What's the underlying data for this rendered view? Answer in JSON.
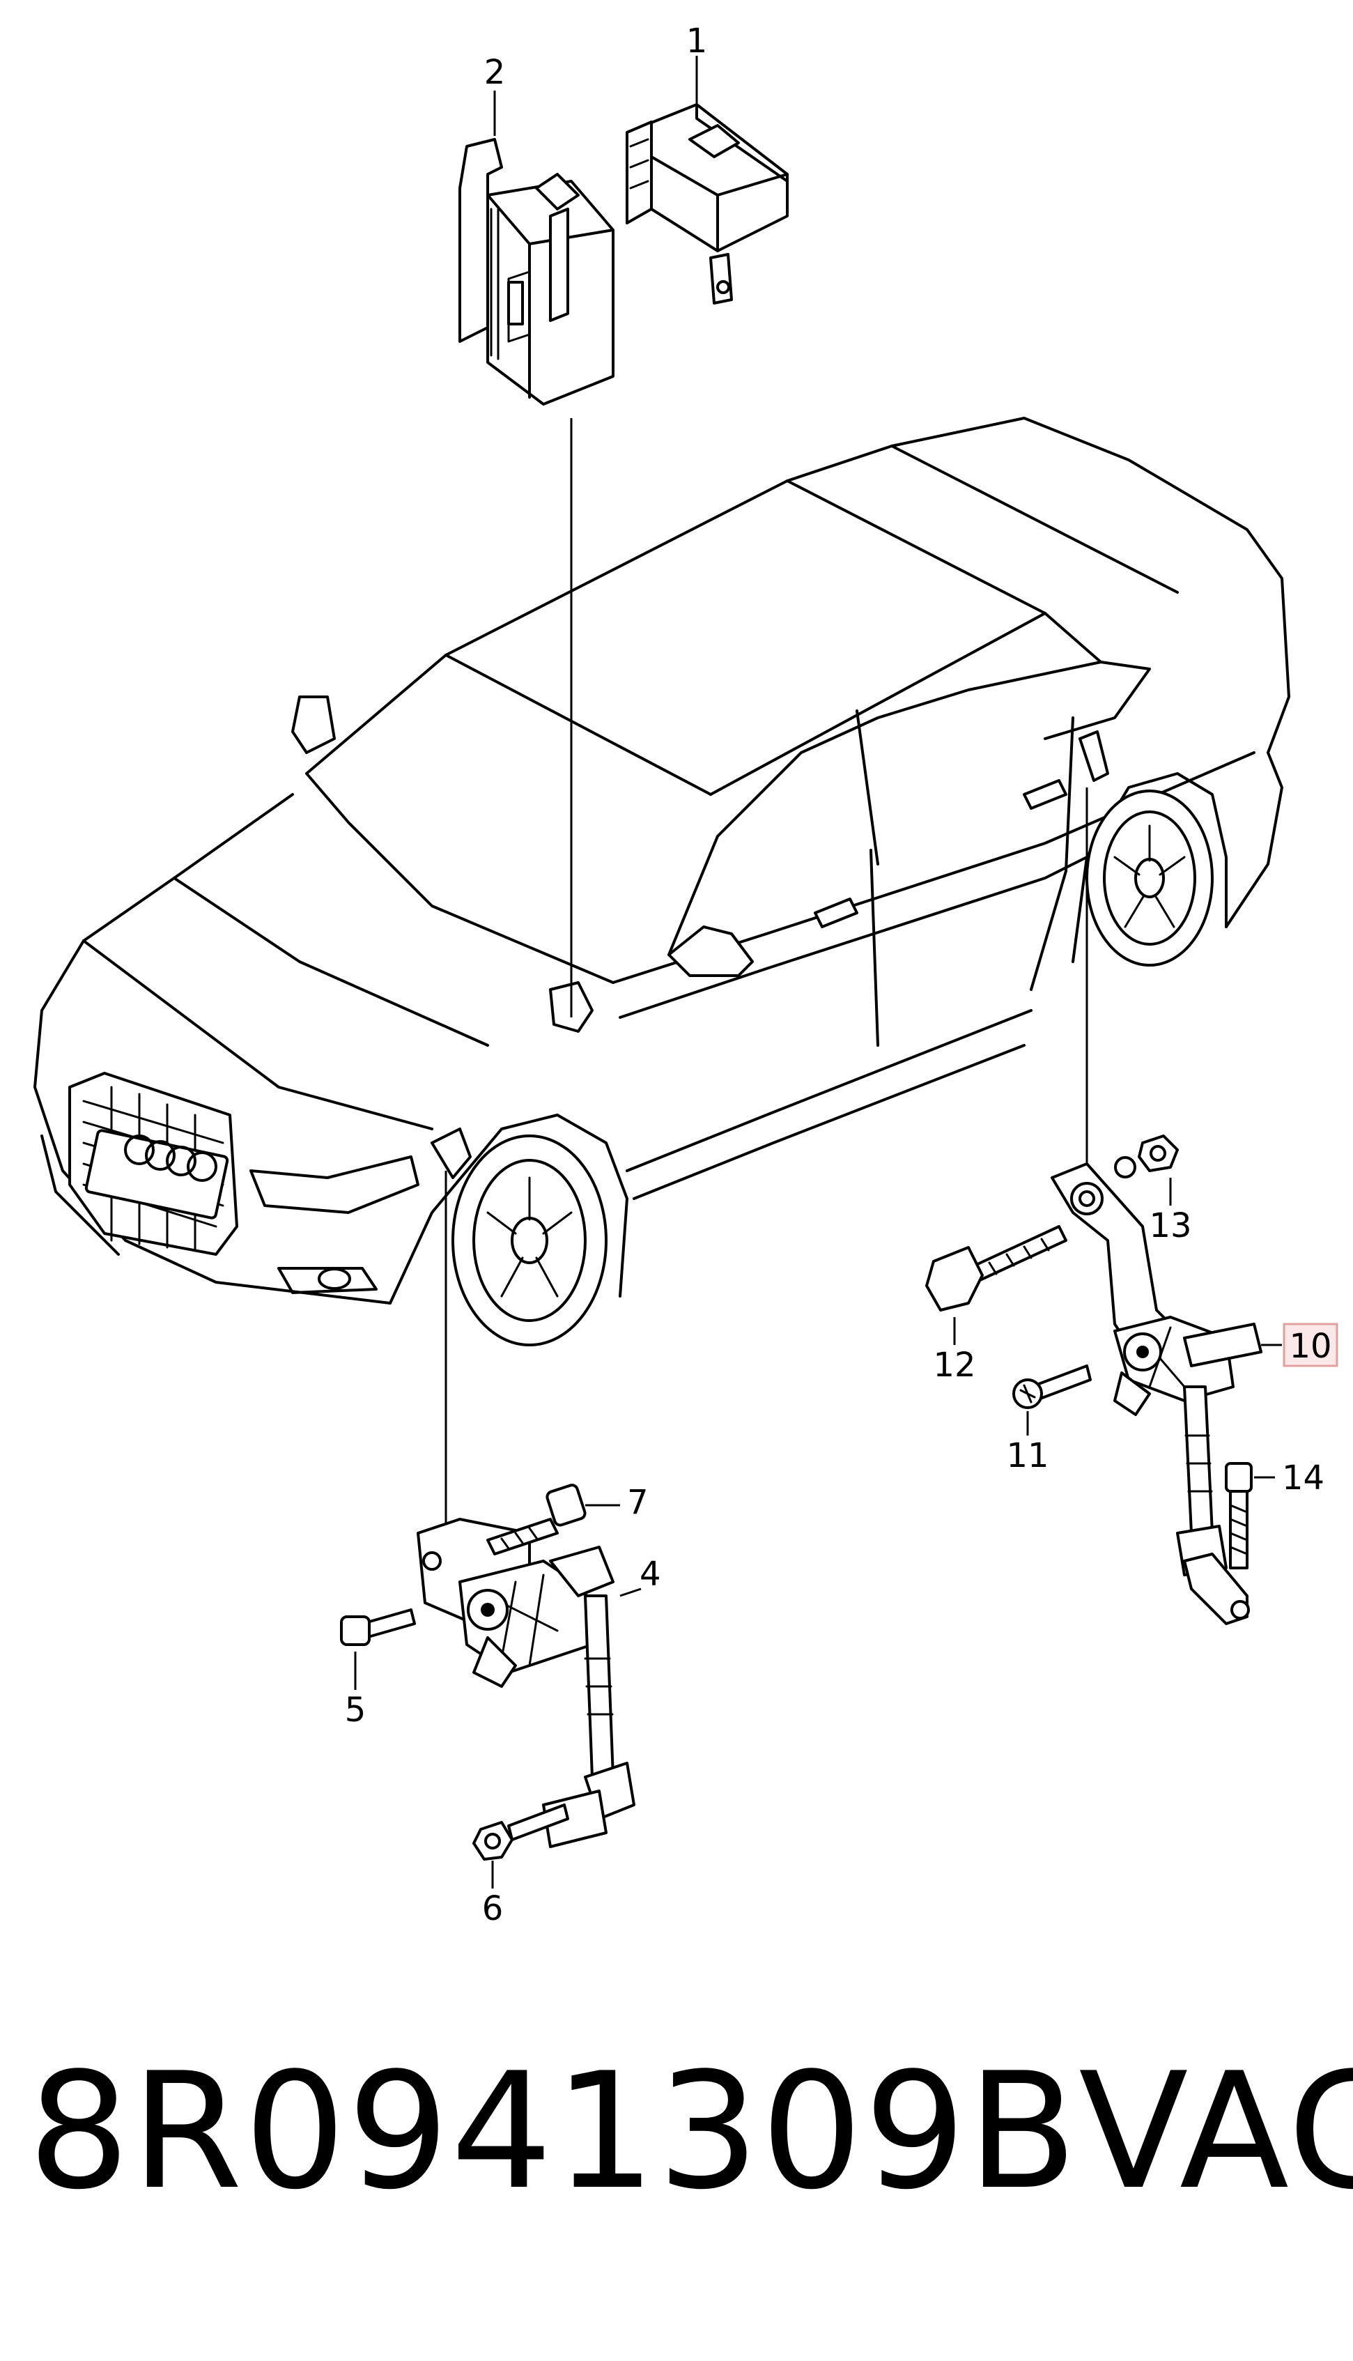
{
  "callouts": {
    "c1": "1",
    "c2": "2",
    "c4": "4",
    "c5": "5",
    "c6": "6",
    "c7": "7",
    "c10": "10",
    "c11": "11",
    "c12": "12",
    "c13": "13",
    "c14": "14"
  },
  "highlight": {
    "callout": "10",
    "border_color": "#e0a0a0",
    "fill_color": "#fbe9e9"
  },
  "footer": {
    "part_number": "8R0941309B",
    "brand": "VAG"
  }
}
